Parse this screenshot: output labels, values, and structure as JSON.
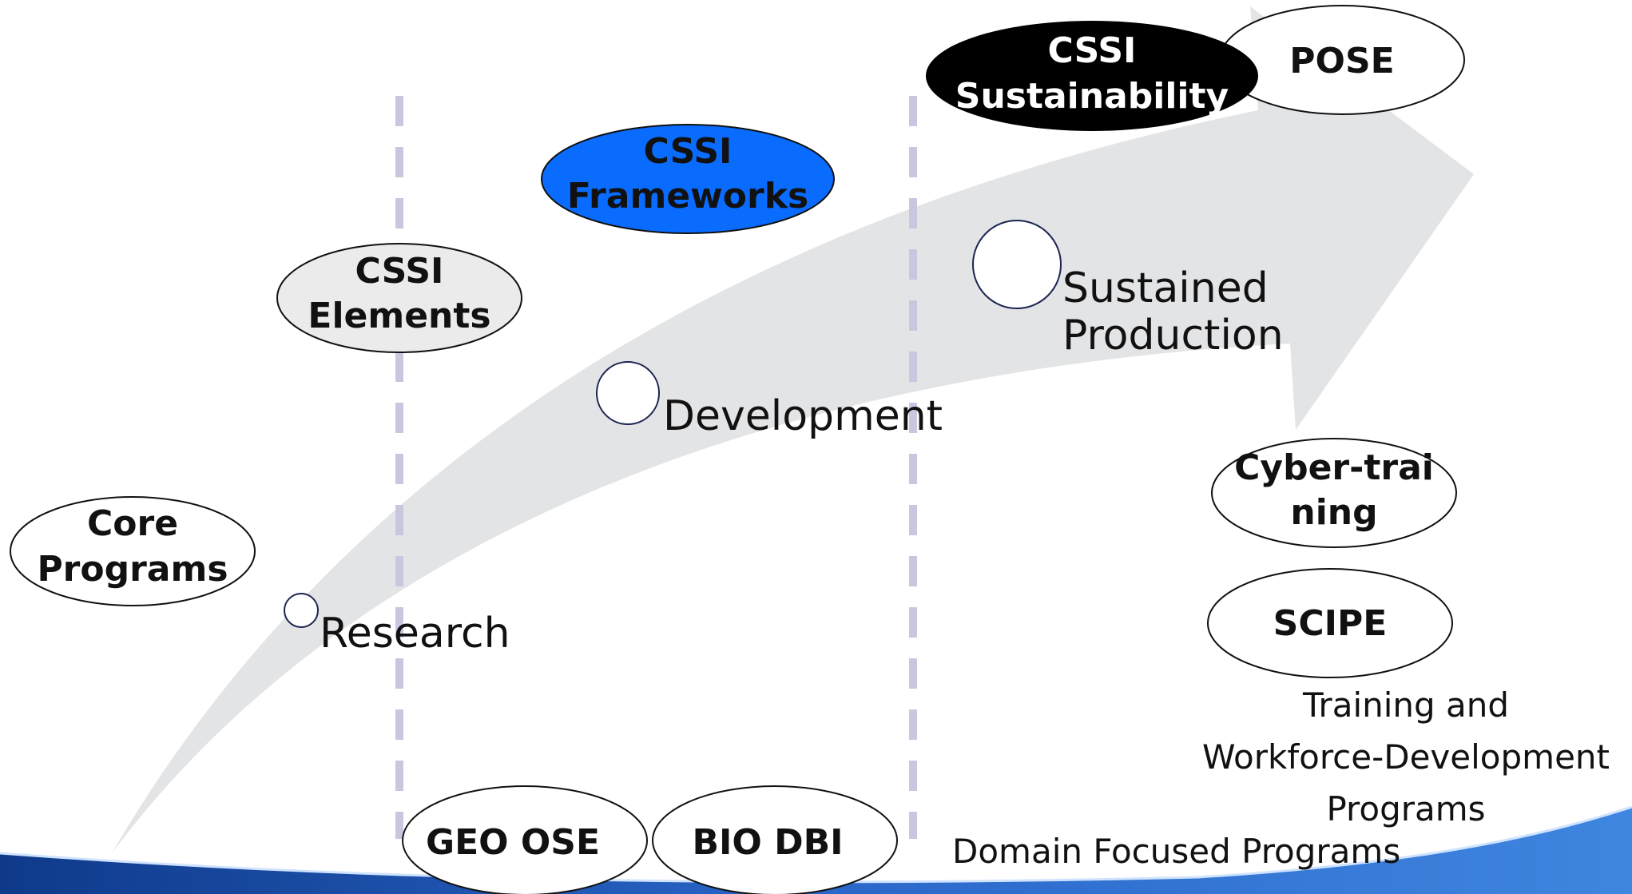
{
  "stages": [
    {
      "label": "Research"
    },
    {
      "label": "Development"
    },
    {
      "label_lines": [
        "Sustained",
        "Production"
      ]
    }
  ],
  "programs": {
    "core": [
      "Core",
      "Programs"
    ],
    "cssi_elements": [
      "CSSI",
      "Elements"
    ],
    "cssi_frameworks": [
      "CSSI",
      "Frameworks"
    ],
    "cssi_sustainability": [
      "CSSI",
      "Sustainability"
    ],
    "pose": "POSE",
    "cybertraining": [
      "Cyber-trai",
      "ning"
    ],
    "scipe": "SCIPE",
    "geo_ose": "GEO OSE",
    "bio_dbi": "BIO DBI"
  },
  "captions": {
    "training": [
      "Training and",
      "Workforce-Development",
      "Programs"
    ],
    "domain": "Domain Focused Programs"
  },
  "colors": {
    "arrow": "#e3e4e6",
    "dashed_line": "#c9c7e0",
    "frameworks_fill": "#0a6cff",
    "sustainability_fill": "#000000",
    "stage_circle_stroke": "#1b2550",
    "footer_blue": "#1b4aa8"
  }
}
